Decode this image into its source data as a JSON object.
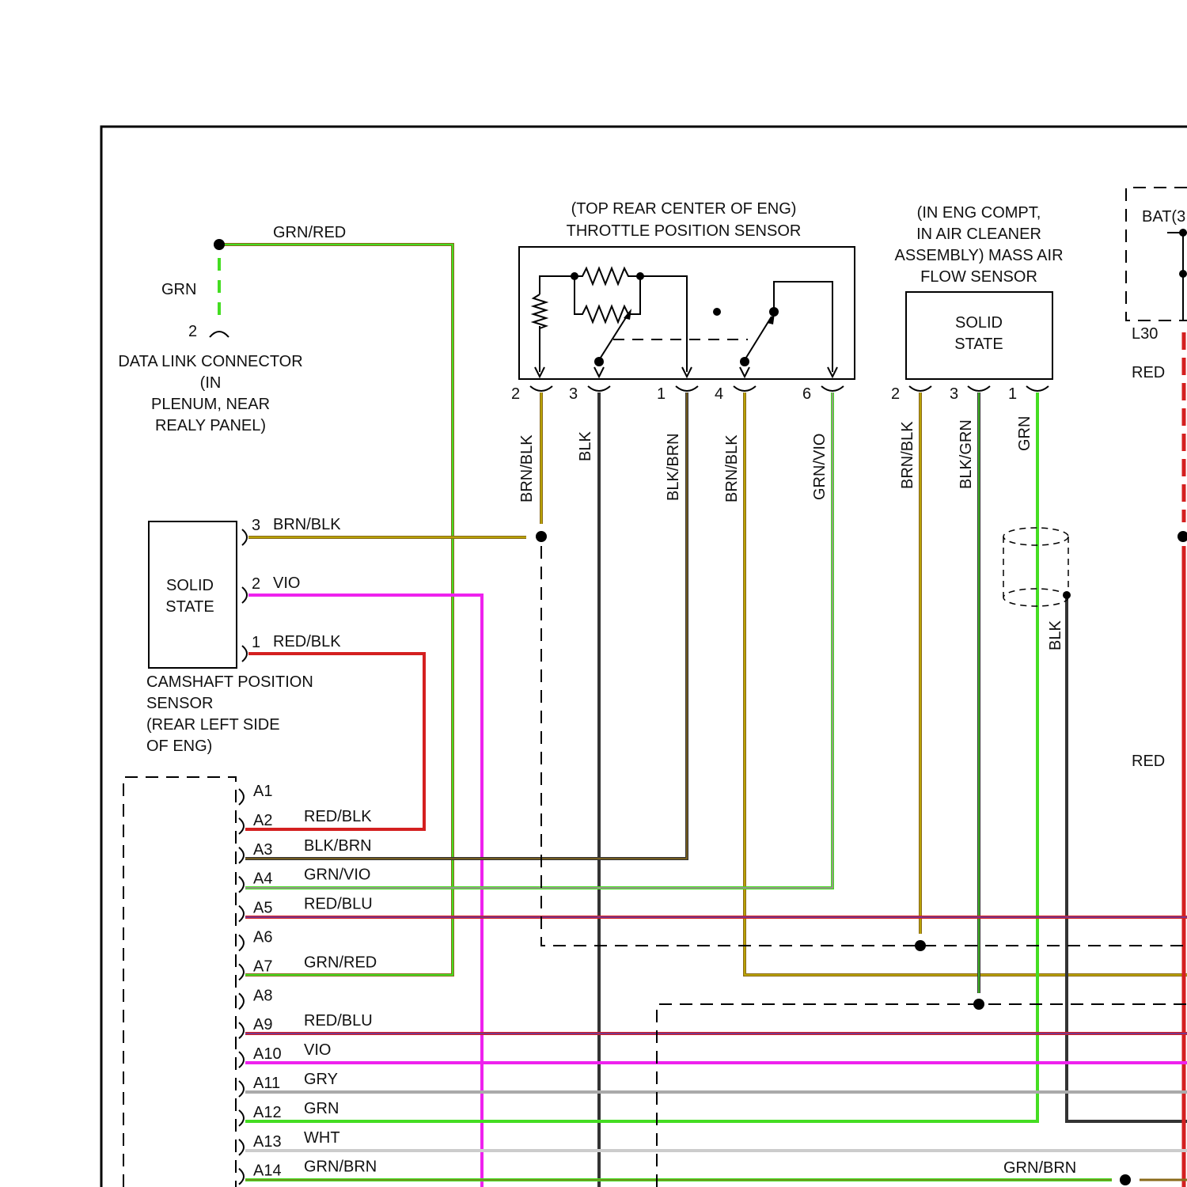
{
  "dlc": {
    "wire_top": "GRN/RED",
    "wire_vertical": "GRN",
    "pin": "2",
    "label": [
      "DATA LINK CONNECTOR",
      "(IN",
      "PLENUM, NEAR",
      "REALY PANEL)"
    ]
  },
  "tps": {
    "title": [
      "(TOP REAR CENTER OF ENG)",
      "THROTTLE POSITION SENSOR"
    ],
    "pins": [
      "2",
      "3",
      "1",
      "4",
      "6"
    ],
    "wires": [
      "BRN/BLK",
      "BLK",
      "BLK/BRN",
      "BRN/BLK",
      "GRN/VIO"
    ]
  },
  "maf": {
    "title": [
      "(IN ENG COMPT,",
      "IN AIR CLEANER",
      "ASSEMBLY) MASS AIR",
      "FLOW SENSOR"
    ],
    "box": [
      "SOLID",
      "STATE"
    ],
    "pins": [
      "2",
      "3",
      "1"
    ],
    "wires": [
      "BRN/BLK",
      "BLK/GRN",
      "GRN"
    ],
    "shield_wire": "BLK"
  },
  "bat": {
    "label": "BAT(3",
    "connector": "L30",
    "wire_top": "RED",
    "wire_bottom": "RED"
  },
  "cmp": {
    "box": [
      "SOLID",
      "STATE"
    ],
    "pins": [
      "3",
      "2",
      "1"
    ],
    "wires": [
      "BRN/BLK",
      "VIO",
      "RED/BLK"
    ],
    "label": [
      "CAMSHAFT POSITION",
      "SENSOR",
      "(REAR LEFT SIDE",
      "OF ENG)"
    ]
  },
  "ecm": {
    "pins": [
      {
        "pin": "A1",
        "wire": ""
      },
      {
        "pin": "A2",
        "wire": "RED/BLK"
      },
      {
        "pin": "A3",
        "wire": "BLK/BRN"
      },
      {
        "pin": "A4",
        "wire": "GRN/VIO"
      },
      {
        "pin": "A5",
        "wire": "RED/BLU"
      },
      {
        "pin": "A6",
        "wire": ""
      },
      {
        "pin": "A7",
        "wire": "GRN/RED"
      },
      {
        "pin": "A8",
        "wire": ""
      },
      {
        "pin": "A9",
        "wire": "RED/BLU"
      },
      {
        "pin": "A10",
        "wire": "VIO"
      },
      {
        "pin": "A11",
        "wire": "GRY"
      },
      {
        "pin": "A12",
        "wire": "GRN"
      },
      {
        "pin": "A13",
        "wire": "WHT"
      },
      {
        "pin": "A14",
        "wire": "GRN/BRN"
      }
    ],
    "right_label_a14": "GRN/BRN"
  },
  "colors": {
    "green": "#44dd22",
    "red": "#d42020",
    "brown": "#8a6a1a",
    "black": "#333333",
    "violet": "#ee22ee",
    "gray": "#aaaaaa",
    "white_wire": "#cccccc",
    "crimson": "#cc1144"
  }
}
